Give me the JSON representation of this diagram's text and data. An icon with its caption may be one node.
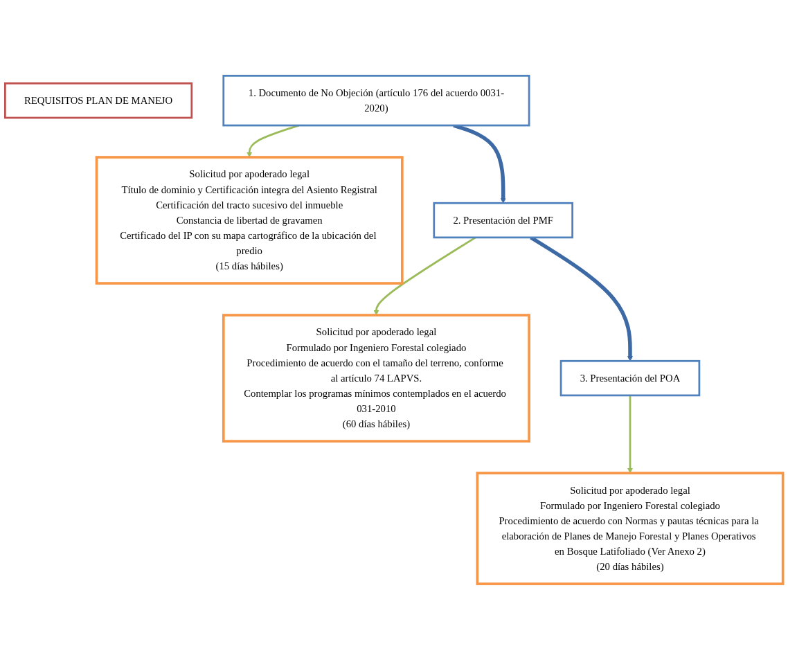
{
  "diagram": {
    "nodes": [
      {
        "text": [
          "REQUISITOS PLAN DE MANEJO"
        ]
      },
      {
        "text": [
          "1. Documento de No Objeción (artículo 176 del acuerdo 0031-2020)"
        ]
      },
      {
        "text": [
          "Solicitud por apoderado legal",
          "Título de dominio y Certificación integra del Asiento Registral",
          "Certificación del tracto sucesivo del inmueble",
          "Constancia de libertad de gravamen",
          "Certificado del IP con su mapa cartográfico de la ubicación del predio",
          "(15 días hábiles)"
        ]
      },
      {
        "text": [
          "2. Presentación del PMF"
        ]
      },
      {
        "text": [
          "Solicitud por apoderado legal",
          "Formulado por Ingeniero Forestal colegiado",
          "Procedimiento de acuerdo con el tamaño del terreno, conforme al artículo 74 LAPVS.",
          "Contemplar los programas mínimos contemplados en el acuerdo 031-2010",
          "(60 días hábiles)"
        ]
      },
      {
        "text": [
          "3. Presentación del POA"
        ]
      },
      {
        "text": [
          "Solicitud por apoderado legal",
          "Formulado por Ingeniero Forestal colegiado",
          "Procedimiento de acuerdo con Normas y pautas técnicas para la elaboración de Planes de Manejo Forestal y Planes Operativos en Bosque Latifoliado (Ver Anexo 2)",
          "(20 días hábiles)"
        ]
      }
    ],
    "edges": [
      {
        "from": 1,
        "to": 2,
        "arrow": "to"
      },
      {
        "from": 1,
        "to": 3,
        "arrow": "to",
        "style": "thick",
        "color": "#3d6aa5"
      },
      {
        "from": 3,
        "to": 4,
        "arrow": "to"
      },
      {
        "from": 3,
        "to": 5,
        "arrow": "to",
        "style": "thick",
        "color": "#3d6aa5"
      },
      {
        "from": 5,
        "to": 6,
        "arrow": "to"
      }
    ]
  }
}
